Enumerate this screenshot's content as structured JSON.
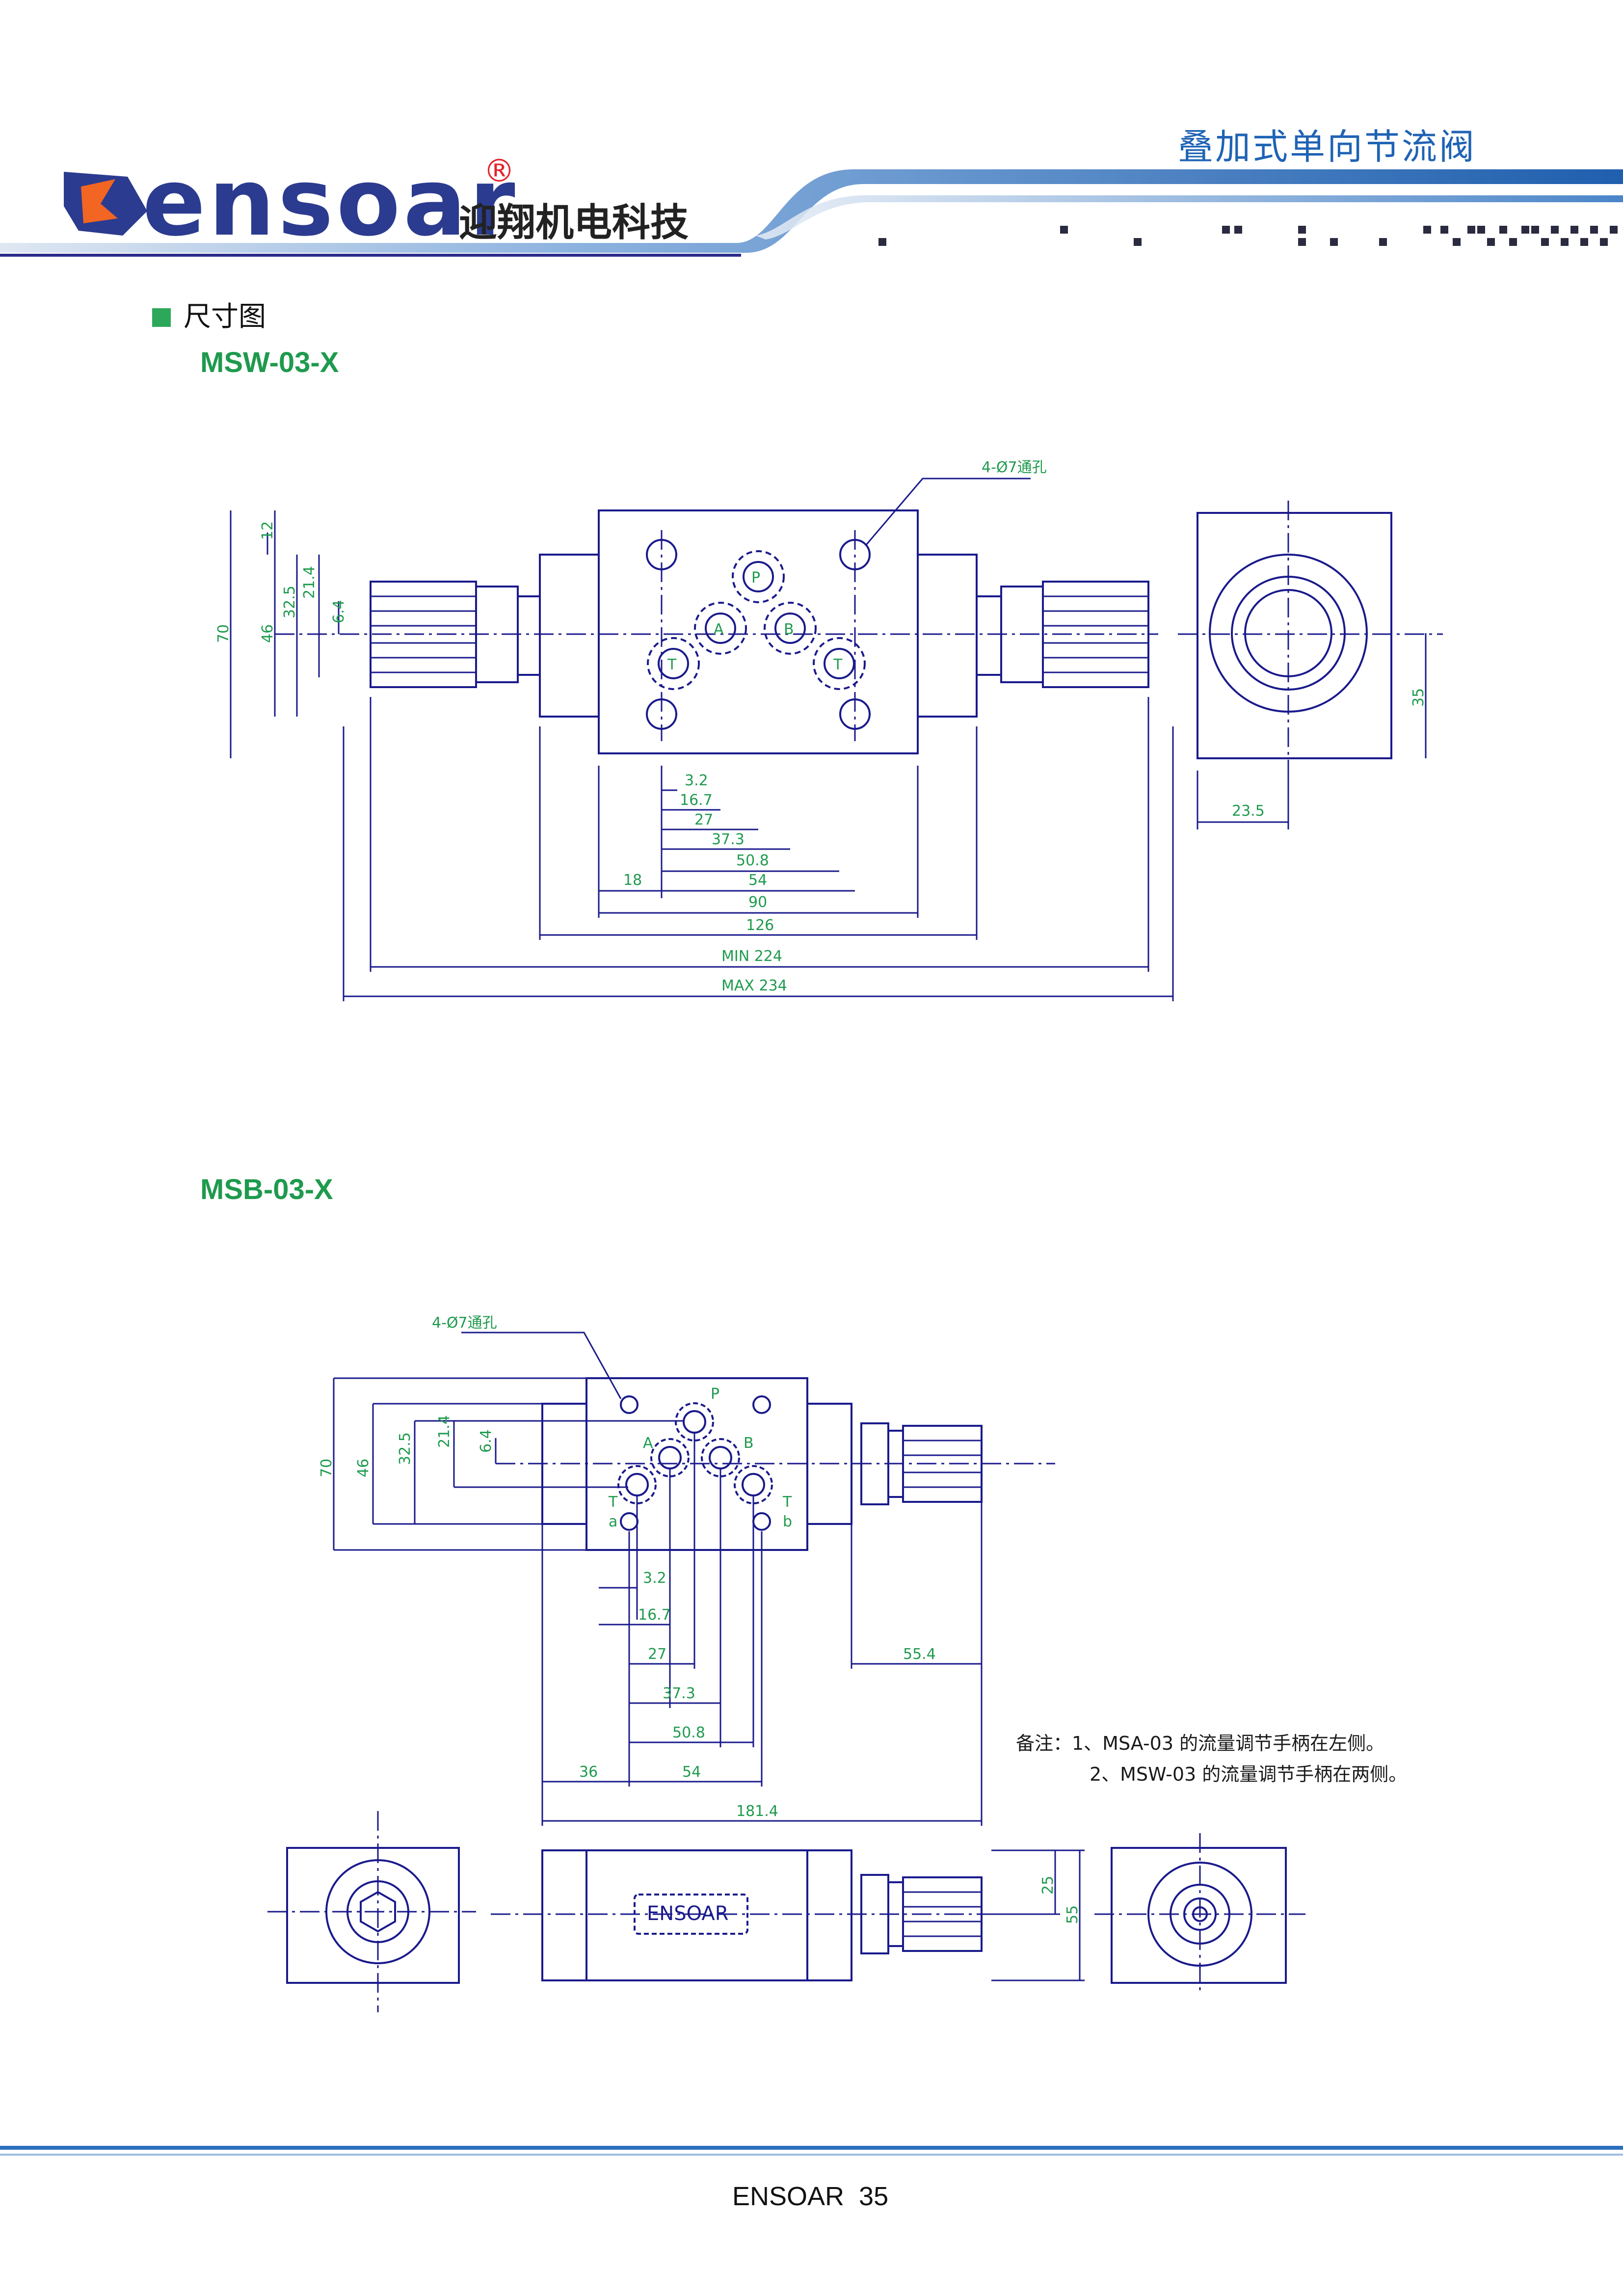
{
  "header": {
    "logo_text": "ensoar",
    "registered_mark": "®",
    "company_name_cn": "迎翔机电科技",
    "product_title": "叠加式单向节流阀"
  },
  "section": {
    "title": "尺寸图"
  },
  "models": {
    "msw": "MSW-03-X",
    "msb": "MSB-03-X"
  },
  "msw_drawing": {
    "hole_note": "4-Ø7通孔",
    "ports": [
      "P",
      "A",
      "B",
      "T",
      "T"
    ],
    "dims_vertical": [
      "12",
      "21.4",
      "32.5",
      "6.4",
      "46",
      "70"
    ],
    "dims_horizontal": [
      "3.2",
      "16.7",
      "27",
      "37.3",
      "50.8",
      "54",
      "18",
      "90",
      "126",
      "MIN 224",
      "MAX 234"
    ],
    "side_dims": [
      "35",
      "23.5"
    ]
  },
  "msb_drawing": {
    "hole_note": "4-Ø7通孔",
    "ports": [
      "P",
      "A",
      "B",
      "T",
      "a",
      "T",
      "b"
    ],
    "dims_vertical": [
      "70",
      "46",
      "32.5",
      "21.4",
      "6.4"
    ],
    "dims_horizontal": [
      "3.2",
      "16.7",
      "27",
      "37.3",
      "50.8",
      "36",
      "54",
      "181.4",
      "55.4"
    ],
    "nameplate": "ENSOAR",
    "side_dims": [
      "25",
      "55"
    ],
    "notes": [
      "备注：1、MSA-03 的流量调节手柄在左侧。",
      "2、MSW-03 的流量调节手柄在两侧。"
    ]
  },
  "footer": {
    "text": "ENSOAR  35"
  },
  "colors": {
    "brand_blue": "#1f63b5",
    "dim_green": "#1f9a4e",
    "line_navy": "#1a1a8c",
    "accent_orange": "#f26522"
  }
}
